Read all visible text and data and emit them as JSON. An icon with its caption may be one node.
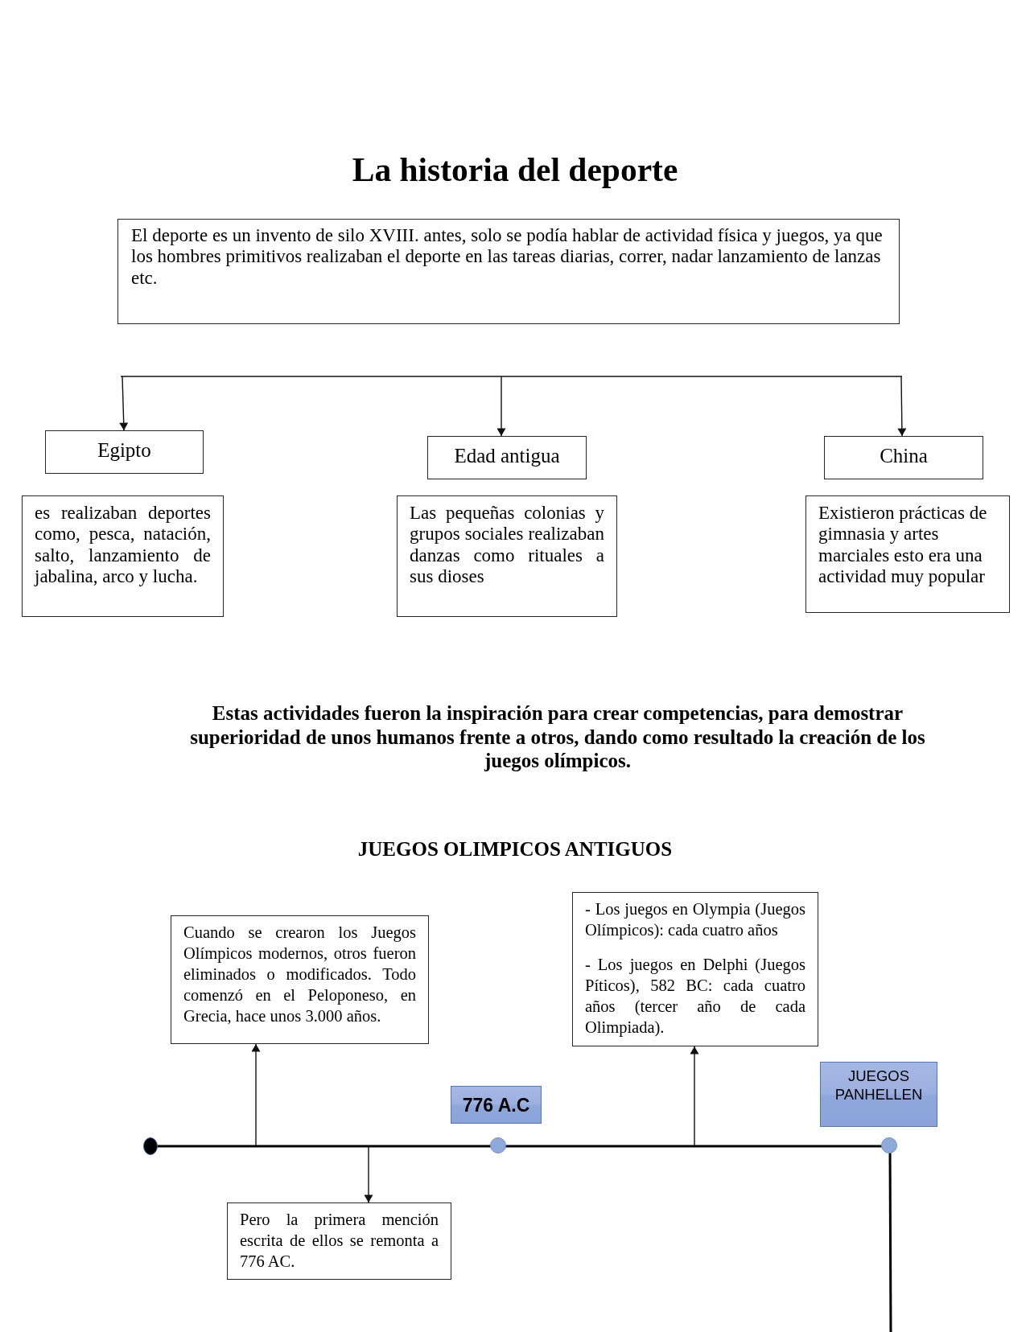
{
  "diagram": {
    "title": "La historia del deporte",
    "nodes": [
      {
        "text": [
          "El deporte es un invento de silo XVIII. antes, solo se podía hablar de actividad física y juegos, ya que los hombres primitivos realizaban el deporte en las tareas diarias, correr, nadar lanzamiento de lanzas etc."
        ]
      },
      {
        "text": [
          "Egipto"
        ]
      },
      {
        "text": [
          "Edad antigua"
        ]
      },
      {
        "text": [
          "China"
        ]
      },
      {
        "text": [
          "es realizaban deportes como, pesca, natación, salto, lanzamiento de jabalina, arco y lucha."
        ]
      },
      {
        "text": [
          "Las pequeñas colonias y grupos sociales realizaban danzas como rituales a sus dioses"
        ]
      },
      {
        "text": [
          "Existieron prácticas de gimnasia y artes marciales esto era una actividad muy popular"
        ]
      },
      {
        "text": [
          "Cuando se crearon los Juegos Olímpicos modernos, otros fueron eliminados o modificados. Todo comenzó en el Peloponeso, en Grecia, hace unos 3.000 años."
        ]
      },
      {
        "text": [
          "- Los juegos en Olympia (Juegos Olímpicos): cada cuatro años",
          "- Los juegos en Delphi (Juegos Píticos), 582 BC: cada cuatro años (tercer año de cada Olimpiada)."
        ]
      },
      {
        "text": [
          "776 A.C"
        ]
      },
      {
        "text": [
          "JUEGOS PANHELLEN"
        ]
      },
      {
        "text": [
          "Pero la primera mención escrita de ellos se remonta a 776 AC."
        ]
      }
    ],
    "edges": [
      {
        "from": null,
        "to": 1,
        "arrow": "to"
      },
      {
        "from": null,
        "to": 2,
        "arrow": "to"
      },
      {
        "from": null,
        "to": 3,
        "arrow": "to"
      },
      {
        "from": null,
        "to": 7,
        "arrow": "to"
      },
      {
        "from": null,
        "to": 11,
        "arrow": "to"
      },
      {
        "from": null,
        "to": 8,
        "arrow": "to"
      }
    ],
    "labels": [
      "Estas actividades fueron la inspiración para crear competencias, para demostrar superioridad de unos humanos frente a otros, dando como resultado la creación de los juegos olímpicos.",
      "JUEGOS OLIMPICOS ANTIGUOS"
    ]
  }
}
